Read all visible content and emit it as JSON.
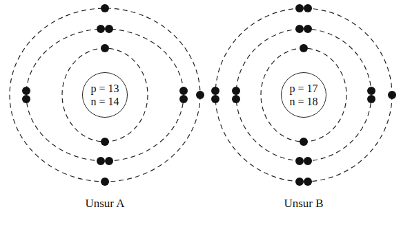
{
  "diagram": {
    "nodes": [
      {
        "text": [
          "p = 13",
          "n = 14"
        ]
      },
      {
        "text": [
          "p = 17",
          "n = 18"
        ]
      }
    ],
    "labels": [
      "Unsur A",
      "Unsur B"
    ]
  }
}
